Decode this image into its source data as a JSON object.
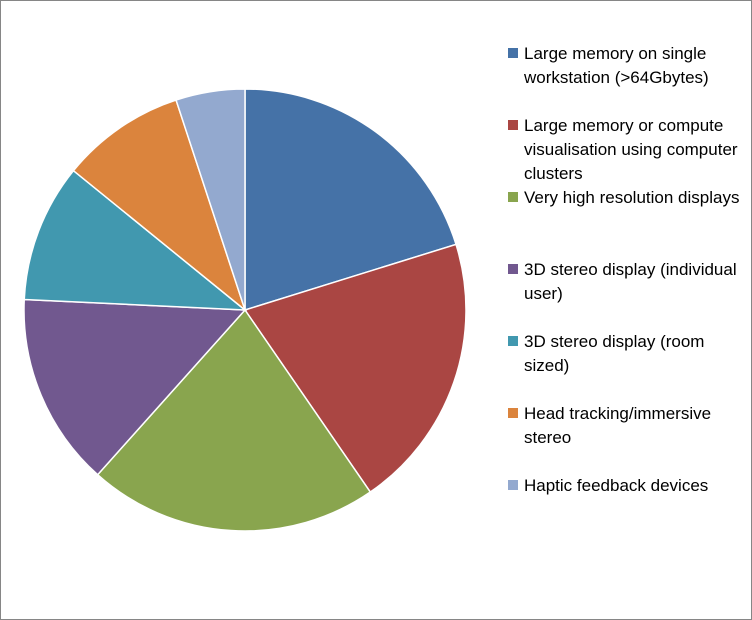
{
  "chart_data": {
    "type": "pie",
    "title": "",
    "legend_position": "right",
    "series": [
      {
        "slices": [
          {
            "label": "Large memory on single workstation (>64Gbytes)",
            "value": 20,
            "color": "#4572A7"
          },
          {
            "label": "Large memory or compute visualisation using computer clusters",
            "value": 20,
            "color": "#AA4643"
          },
          {
            "label": "Very high resolution displays",
            "value": 21,
            "color": "#89A54E"
          },
          {
            "label": "3D stereo display (individual user)",
            "value": 14,
            "color": "#71588F"
          },
          {
            "label": "3D stereo display (room sized)",
            "value": 10,
            "color": "#4198AF"
          },
          {
            "label": "Head tracking/immersive stereo",
            "value": 9,
            "color": "#DB843D"
          },
          {
            "label": "Haptic feedback devices",
            "value": 5,
            "color": "#93A9CF"
          }
        ]
      }
    ]
  }
}
